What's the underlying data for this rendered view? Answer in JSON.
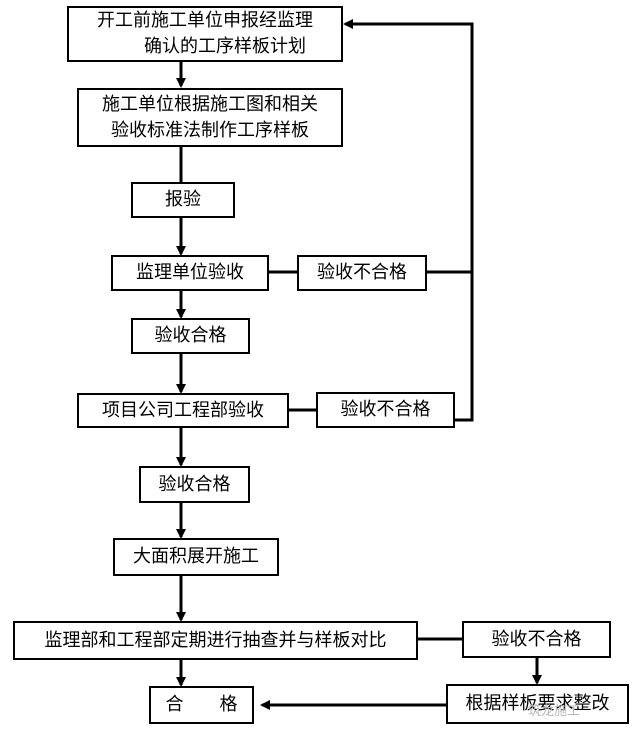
{
  "nodes": {
    "plan": {
      "line1": "开工前施工单位申报经监理",
      "line2": "确认的工序样板计划"
    },
    "make": {
      "line1": "施工单位根据施工图和相关",
      "line2": "验收标准法制作工序样板"
    },
    "report": "报验",
    "supervisor_check": "监理单位验收",
    "fail_1": "验收不合格",
    "pass_1": "验收合格",
    "project_check": "项目公司工程部验收",
    "fail_2": "验收不合格",
    "pass_2": "验收合格",
    "mass_construction": "大面积展开施工",
    "periodic_check": "监理部和工程部定期进行抽查并与样板对比",
    "fail_3": "验收不合格",
    "qualified": "合　　格",
    "rectify": "根据样板要求整改"
  },
  "watermark": "筑龙施工"
}
